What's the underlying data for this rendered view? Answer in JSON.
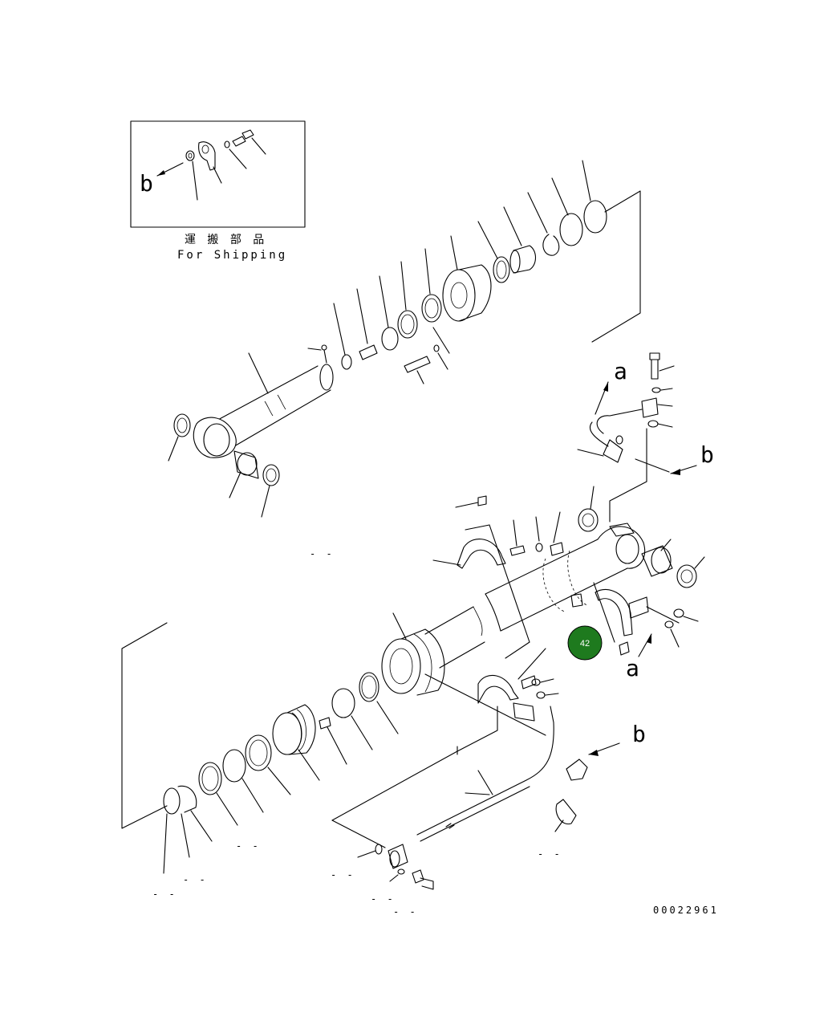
{
  "diagram": {
    "inset_caption_jp": "運 搬 部 品",
    "inset_caption_en": "For Shipping",
    "drawing_number": "00022961",
    "view_labels": {
      "inset_b": "b",
      "top_a": "a",
      "right_b": "b",
      "clamp_a": "a",
      "lower_b": "b"
    },
    "callout": {
      "number": "42",
      "color": "#1e7a1e"
    },
    "placeholder_refs": [
      "- -",
      "- -",
      "- -",
      "- -",
      "- -",
      "- -",
      "- -",
      "- -"
    ]
  }
}
